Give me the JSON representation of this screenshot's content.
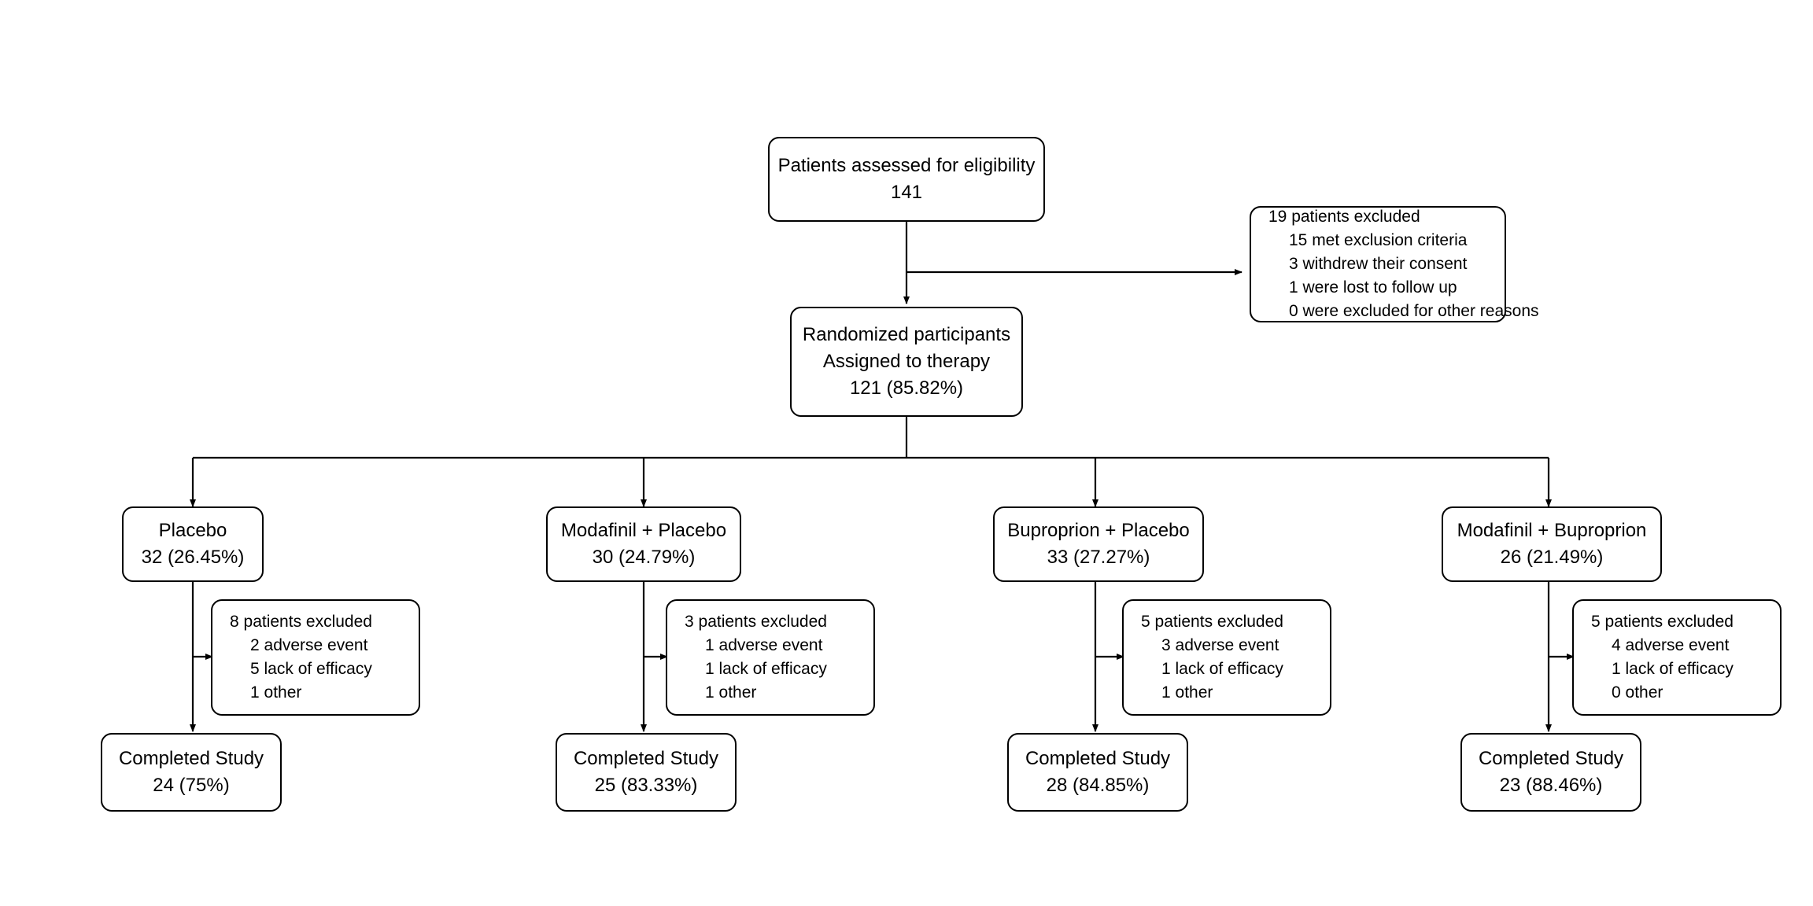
{
  "diagram": {
    "type": "consort-flow-diagram",
    "title": "",
    "stroke_color": "#000000",
    "fill_color": "#ffffff",
    "nodes": {
      "eligibility": {
        "label": "Patients assessed for eligibility",
        "value": "141"
      },
      "screening_excluded": {
        "header": "19 patients excluded",
        "reasons": [
          "15 met exclusion criteria",
          "3 withdrew their consent",
          "1 were lost to follow up",
          "0 were excluded for other reasons"
        ]
      },
      "randomized": {
        "line1": "Randomized participants",
        "line2": "Assigned to therapy",
        "value": "121 (85.82%)"
      }
    },
    "arms": [
      {
        "name": "Placebo",
        "allocated": "32 (26.45%)",
        "excluded_header": "8 patients excluded",
        "excluded_reasons": [
          "2 adverse event",
          "5 lack of efficacy",
          "1 other"
        ],
        "completed_label": "Completed Study",
        "completed_value": "24 (75%)"
      },
      {
        "name": "Modafinil + Placebo",
        "allocated": "30 (24.79%)",
        "excluded_header": "3 patients excluded",
        "excluded_reasons": [
          "1 adverse event",
          "1 lack of efficacy",
          "1 other"
        ],
        "completed_label": "Completed Study",
        "completed_value": "25 (83.33%)"
      },
      {
        "name": "Buproprion + Placebo",
        "allocated": "33 (27.27%)",
        "excluded_header": "5 patients excluded",
        "excluded_reasons": [
          "3 adverse event",
          "1 lack of efficacy",
          "1 other"
        ],
        "completed_label": "Completed Study",
        "completed_value": "28 (84.85%)"
      },
      {
        "name": "Modafinil + Buproprion",
        "allocated": "26 (21.49%)",
        "excluded_header": "5 patients excluded",
        "excluded_reasons": [
          "4 adverse event",
          "1 lack of efficacy",
          "0 other"
        ],
        "completed_label": "Completed Study",
        "completed_value": "23 (88.46%)"
      }
    ]
  }
}
